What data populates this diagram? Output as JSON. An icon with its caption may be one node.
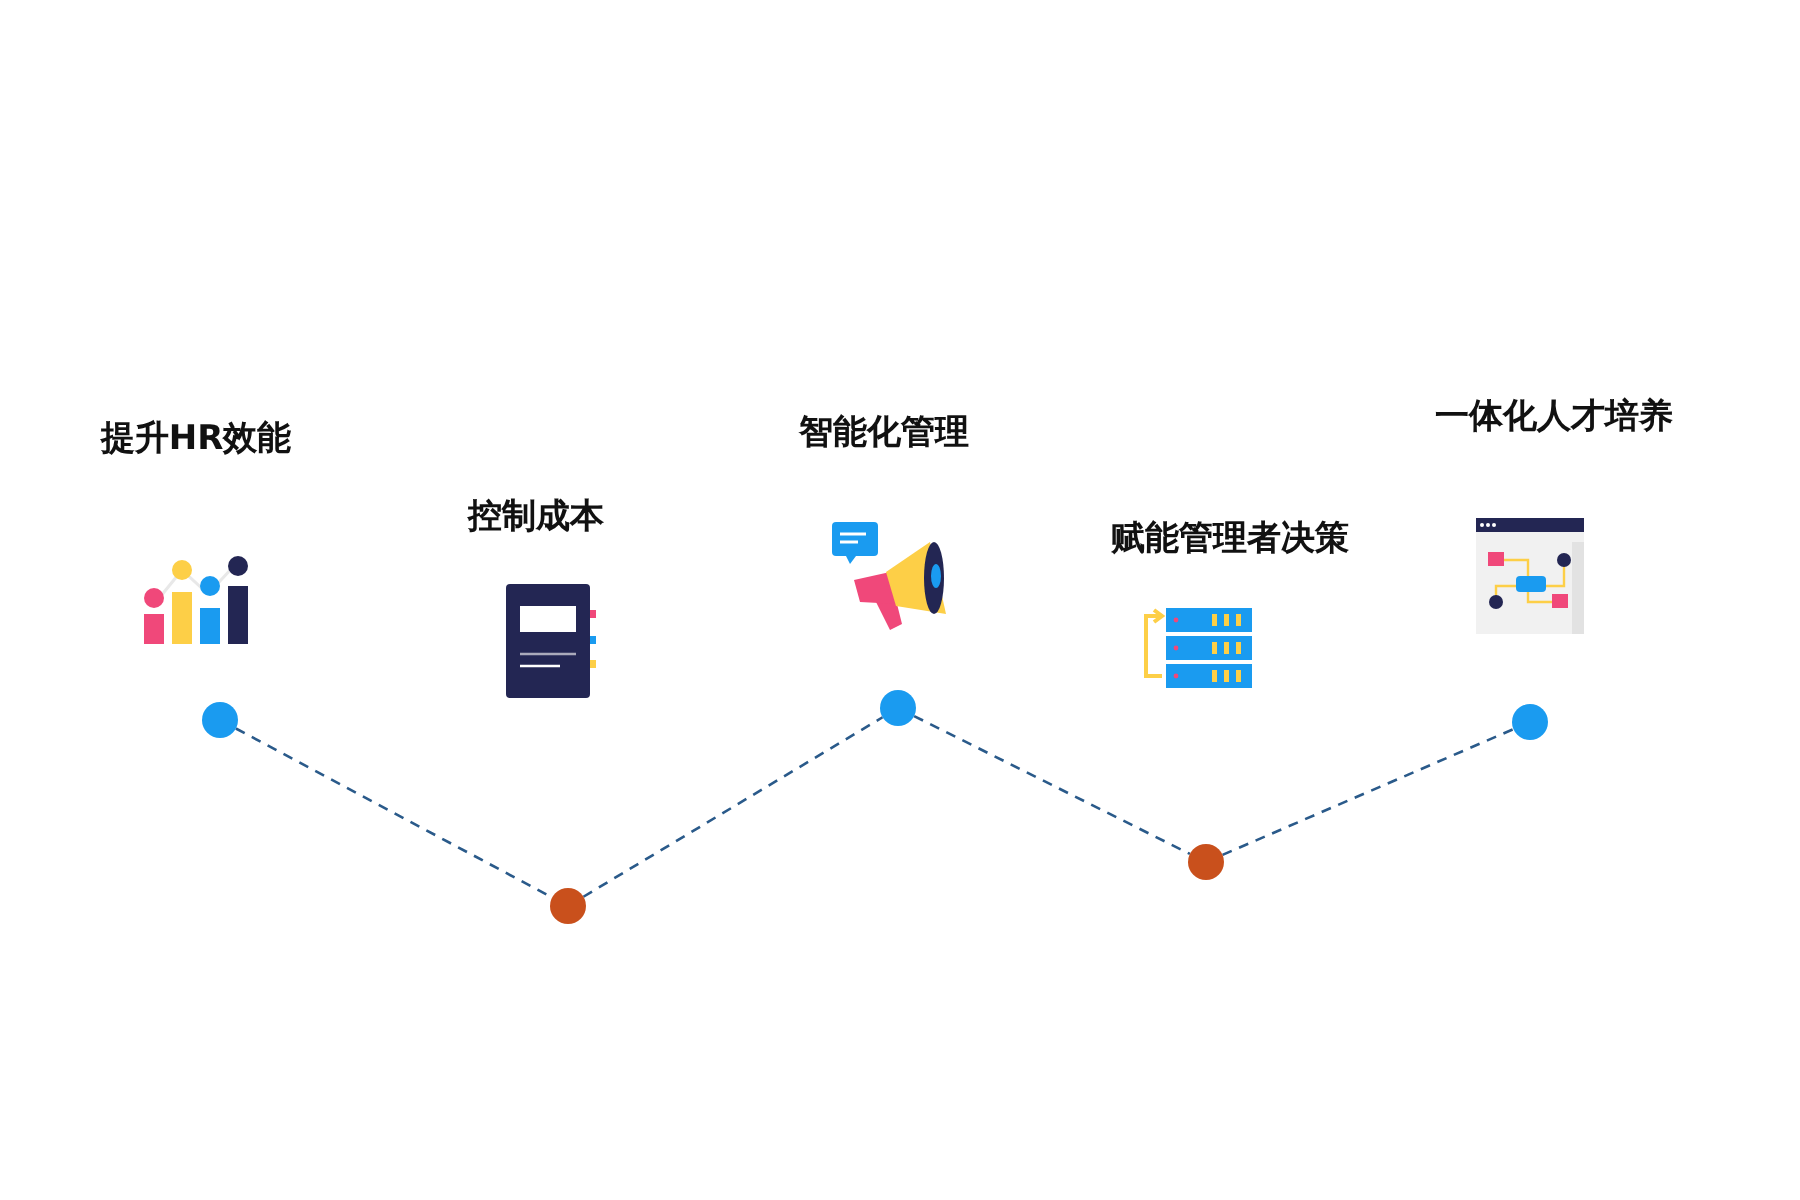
{
  "diagram": {
    "nodes": [
      {
        "text": [],
        "shape": "circle"
      },
      {
        "text": [],
        "shape": "circle"
      },
      {
        "text": [],
        "shape": "circle"
      },
      {
        "text": [],
        "shape": "circle"
      },
      {
        "text": [],
        "shape": "circle"
      }
    ],
    "labels": [
      "提升HR效能",
      "控制成本",
      "智能化管理",
      "赋能管理者决策",
      "一体化人才培养"
    ],
    "edges": [
      {
        "from": 0,
        "to": 1,
        "arrow": "none",
        "style": "dashed"
      },
      {
        "from": 1,
        "to": 2,
        "arrow": "none",
        "style": "dashed"
      },
      {
        "from": 2,
        "to": 3,
        "arrow": "none",
        "style": "dashed"
      },
      {
        "from": 3,
        "to": 4,
        "arrow": "none",
        "style": "dashed"
      }
    ]
  }
}
